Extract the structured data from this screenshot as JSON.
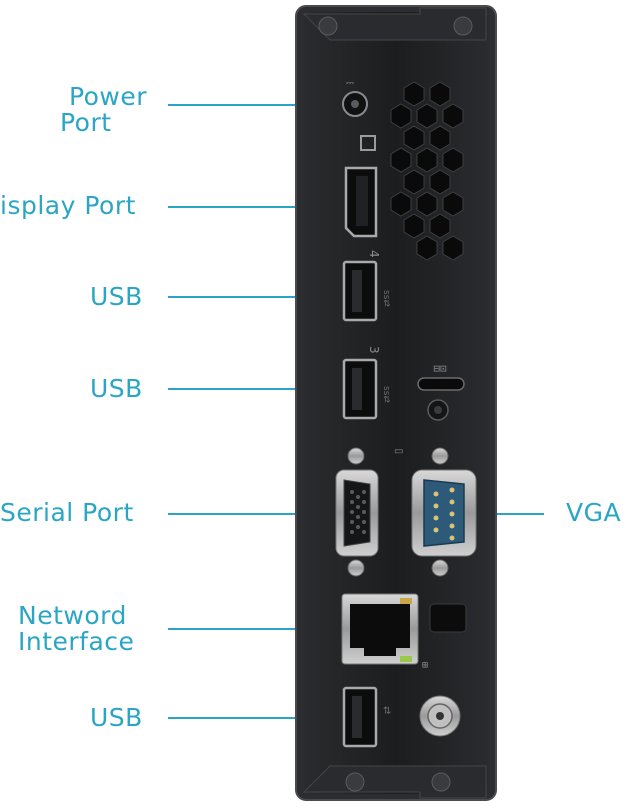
{
  "labels": {
    "power_line1": "Power",
    "power_line2": "Port",
    "display_port": "isplay Port",
    "usb_top": "USB",
    "usb_middle": "USB",
    "serial_port": "Serial Port",
    "vga": "VGA",
    "network_line1": "Netword",
    "network_line2": "Interface",
    "usb_bottom": "USB"
  },
  "port_markings": {
    "usb_top_number": "4",
    "usb_middle_number": "3"
  },
  "colors": {
    "label": "#2aa6c4",
    "chassis": "#1e1f21",
    "chassis_edge": "#3a3b3e",
    "serial_blue": "#2d5a78"
  }
}
